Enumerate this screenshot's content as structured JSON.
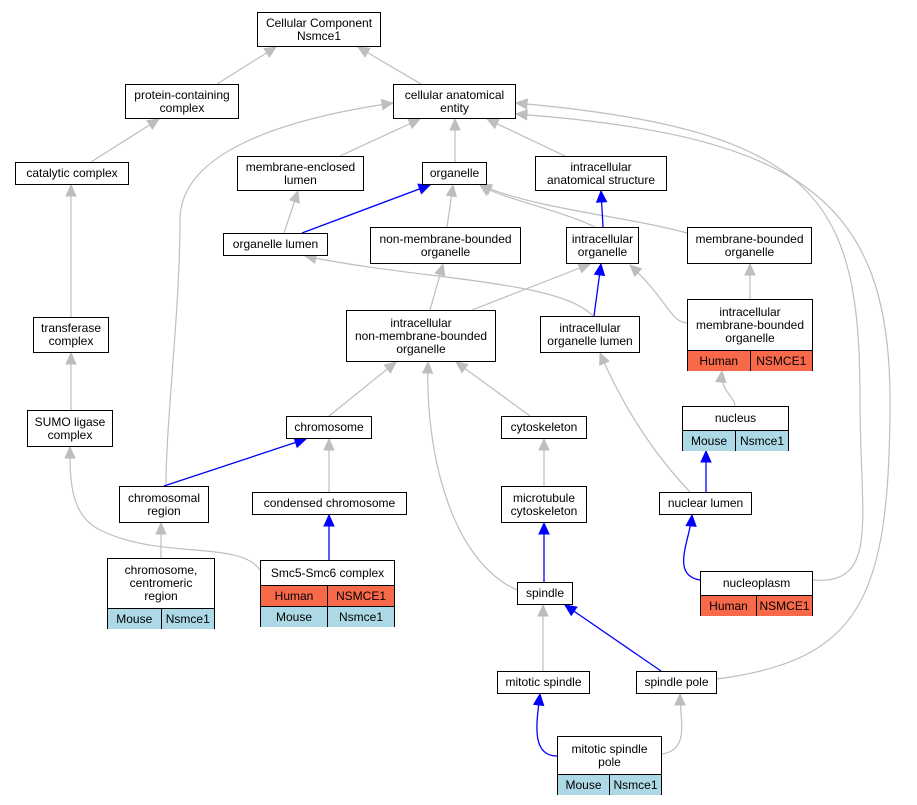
{
  "colors": {
    "human": "#f8694a",
    "mouse": "#add8e6",
    "edge_gray": "#bebebe",
    "edge_blue": "#0000ff"
  },
  "nodes": {
    "cellular_component": {
      "label": "Cellular Component\nNsmce1"
    },
    "protein_containing_complex": {
      "label": "protein-containing\ncomplex"
    },
    "cellular_anatomical_entity": {
      "label": "cellular anatomical\nentity"
    },
    "catalytic_complex": {
      "label": "catalytic complex"
    },
    "membrane_enclosed_lumen": {
      "label": "membrane-enclosed\nlumen"
    },
    "organelle": {
      "label": "organelle"
    },
    "intracellular_anatomical_structure": {
      "label": "intracellular\nanatomical structure"
    },
    "organelle_lumen": {
      "label": "organelle lumen"
    },
    "non_membrane_bounded_organelle": {
      "label": "non-membrane-bounded\norganelle"
    },
    "intracellular_organelle": {
      "label": "intracellular\norganelle"
    },
    "membrane_bounded_organelle": {
      "label": "membrane-bounded\norganelle"
    },
    "transferase_complex": {
      "label": "transferase\ncomplex"
    },
    "intracellular_nmb_organelle": {
      "label": "intracellular\nnon-membrane-bounded\norganelle"
    },
    "intracellular_organelle_lumen": {
      "label": "intracellular\norganelle lumen"
    },
    "intracellular_mb_organelle": {
      "label": "intracellular\nmembrane-bounded\norganelle",
      "tags": [
        [
          "Human",
          "NSMCE1"
        ]
      ]
    },
    "sumo_ligase_complex": {
      "label": "SUMO ligase\ncomplex"
    },
    "chromosome": {
      "label": "chromosome"
    },
    "cytoskeleton": {
      "label": "cytoskeleton"
    },
    "nucleus": {
      "label": "nucleus",
      "tags": [
        [
          "Mouse",
          "Nsmce1"
        ]
      ]
    },
    "chromosomal_region": {
      "label": "chromosomal\nregion"
    },
    "condensed_chromosome": {
      "label": "condensed chromosome"
    },
    "microtubule_cytoskeleton": {
      "label": "microtubule\ncytoskeleton"
    },
    "nuclear_lumen": {
      "label": "nuclear lumen"
    },
    "chromosome_centromeric_region": {
      "label": "chromosome,\ncentromeric\nregion",
      "tags": [
        [
          "Mouse",
          "Nsmce1"
        ]
      ]
    },
    "smc5_smc6_complex": {
      "label": "Smc5-Smc6 complex",
      "tags": [
        [
          "Human",
          "NSMCE1"
        ],
        [
          "Mouse",
          "Nsmce1"
        ]
      ]
    },
    "spindle": {
      "label": "spindle"
    },
    "nucleoplasm": {
      "label": "nucleoplasm",
      "tags": [
        [
          "Human",
          "NSMCE1"
        ]
      ]
    },
    "mitotic_spindle": {
      "label": "mitotic spindle"
    },
    "spindle_pole": {
      "label": "spindle pole"
    },
    "mitotic_spindle_pole": {
      "label": "mitotic spindle\npole",
      "tags": [
        [
          "Mouse",
          "Nsmce1"
        ]
      ]
    }
  }
}
